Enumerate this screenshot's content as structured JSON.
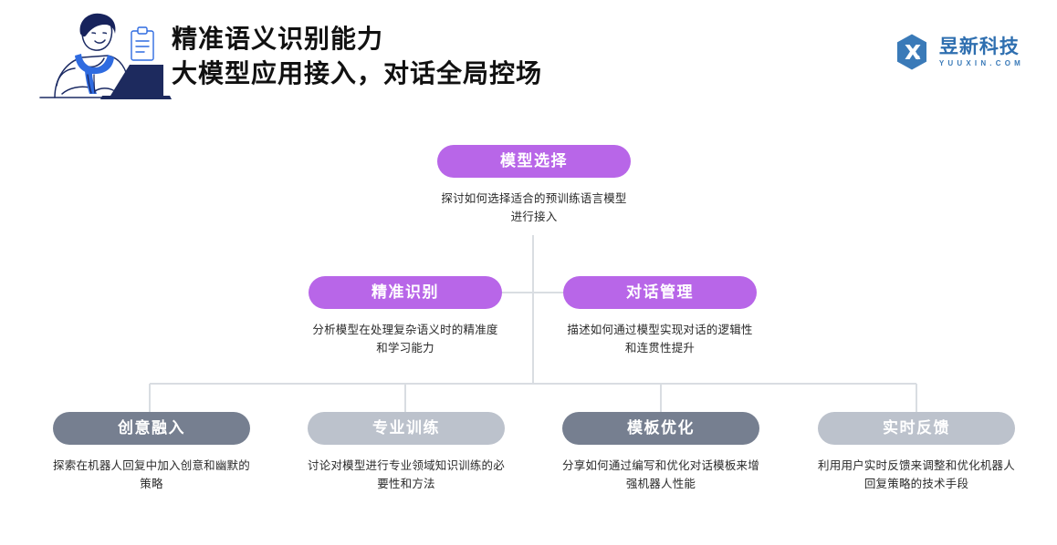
{
  "header": {
    "title_line1": "精准语义识别能力",
    "title_line2": "大模型应用接入，对话全局控场",
    "brand_name": "昱新科技",
    "brand_domain": "YUUXIN.COM",
    "brand_color": "#2f6fb0"
  },
  "colors": {
    "purple": "#b866e8",
    "slate": "#767f90",
    "light_gray": "#bcc2cc",
    "connector": "#d9dde2",
    "text": "#2a2a2a"
  },
  "diagram": {
    "root": {
      "label": "模型选择",
      "desc": "探讨如何选择适合的预训练语言模型进行接入",
      "color": "#b866e8"
    },
    "level2": [
      {
        "label": "精准识别",
        "desc": "分析模型在处理复杂语义时的精准度和学习能力",
        "color": "#b866e8"
      },
      {
        "label": "对话管理",
        "desc": "描述如何通过模型实现对话的逻辑性和连贯性提升",
        "color": "#b866e8"
      }
    ],
    "level3": [
      {
        "label": "创意融入",
        "desc": "探索在机器人回复中加入创意和幽默的策略",
        "color": "#767f90"
      },
      {
        "label": "专业训练",
        "desc": "讨论对模型进行专业领域知识训练的必要性和方法",
        "color": "#bcc2cc"
      },
      {
        "label": "模板优化",
        "desc": "分享如何通过编写和优化对话模板来增强机器人性能",
        "color": "#767f90"
      },
      {
        "label": "实时反馈",
        "desc": "利用用户实时反馈来调整和优化机器人回复策略的技术手段",
        "color": "#bcc2cc"
      }
    ]
  }
}
